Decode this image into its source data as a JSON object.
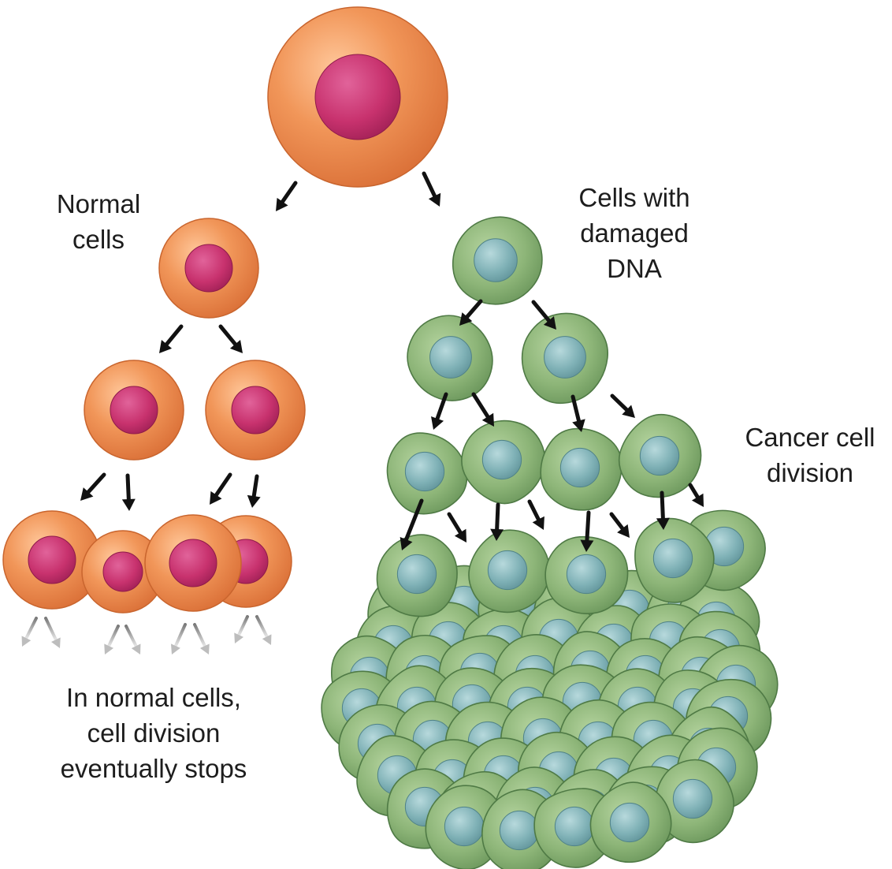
{
  "labels": {
    "normal": [
      "Normal",
      "cells"
    ],
    "damaged": [
      "Cells with",
      "damaged",
      "DNA"
    ],
    "cancer": [
      "Cancer cell",
      "division"
    ],
    "stops": [
      "In normal cells,",
      "cell division",
      "eventually stops"
    ]
  },
  "colors": {
    "normal_cell": "#ec8a4e",
    "normal_cell_edge": "#c9652e",
    "normal_nucleus": "#c8326e",
    "cancer_cell": "#8fb57a",
    "cancer_cell_edge": "#4f7a45",
    "cancer_nucleus": "#79aeb3",
    "arrow": "#111111",
    "faded_arrow": "#bdbdbd"
  },
  "icons": {
    "normal_cell": "orange-round-cell-icon",
    "cancer_cell": "green-irregular-cell-icon",
    "arrow": "black-arrow-icon"
  }
}
